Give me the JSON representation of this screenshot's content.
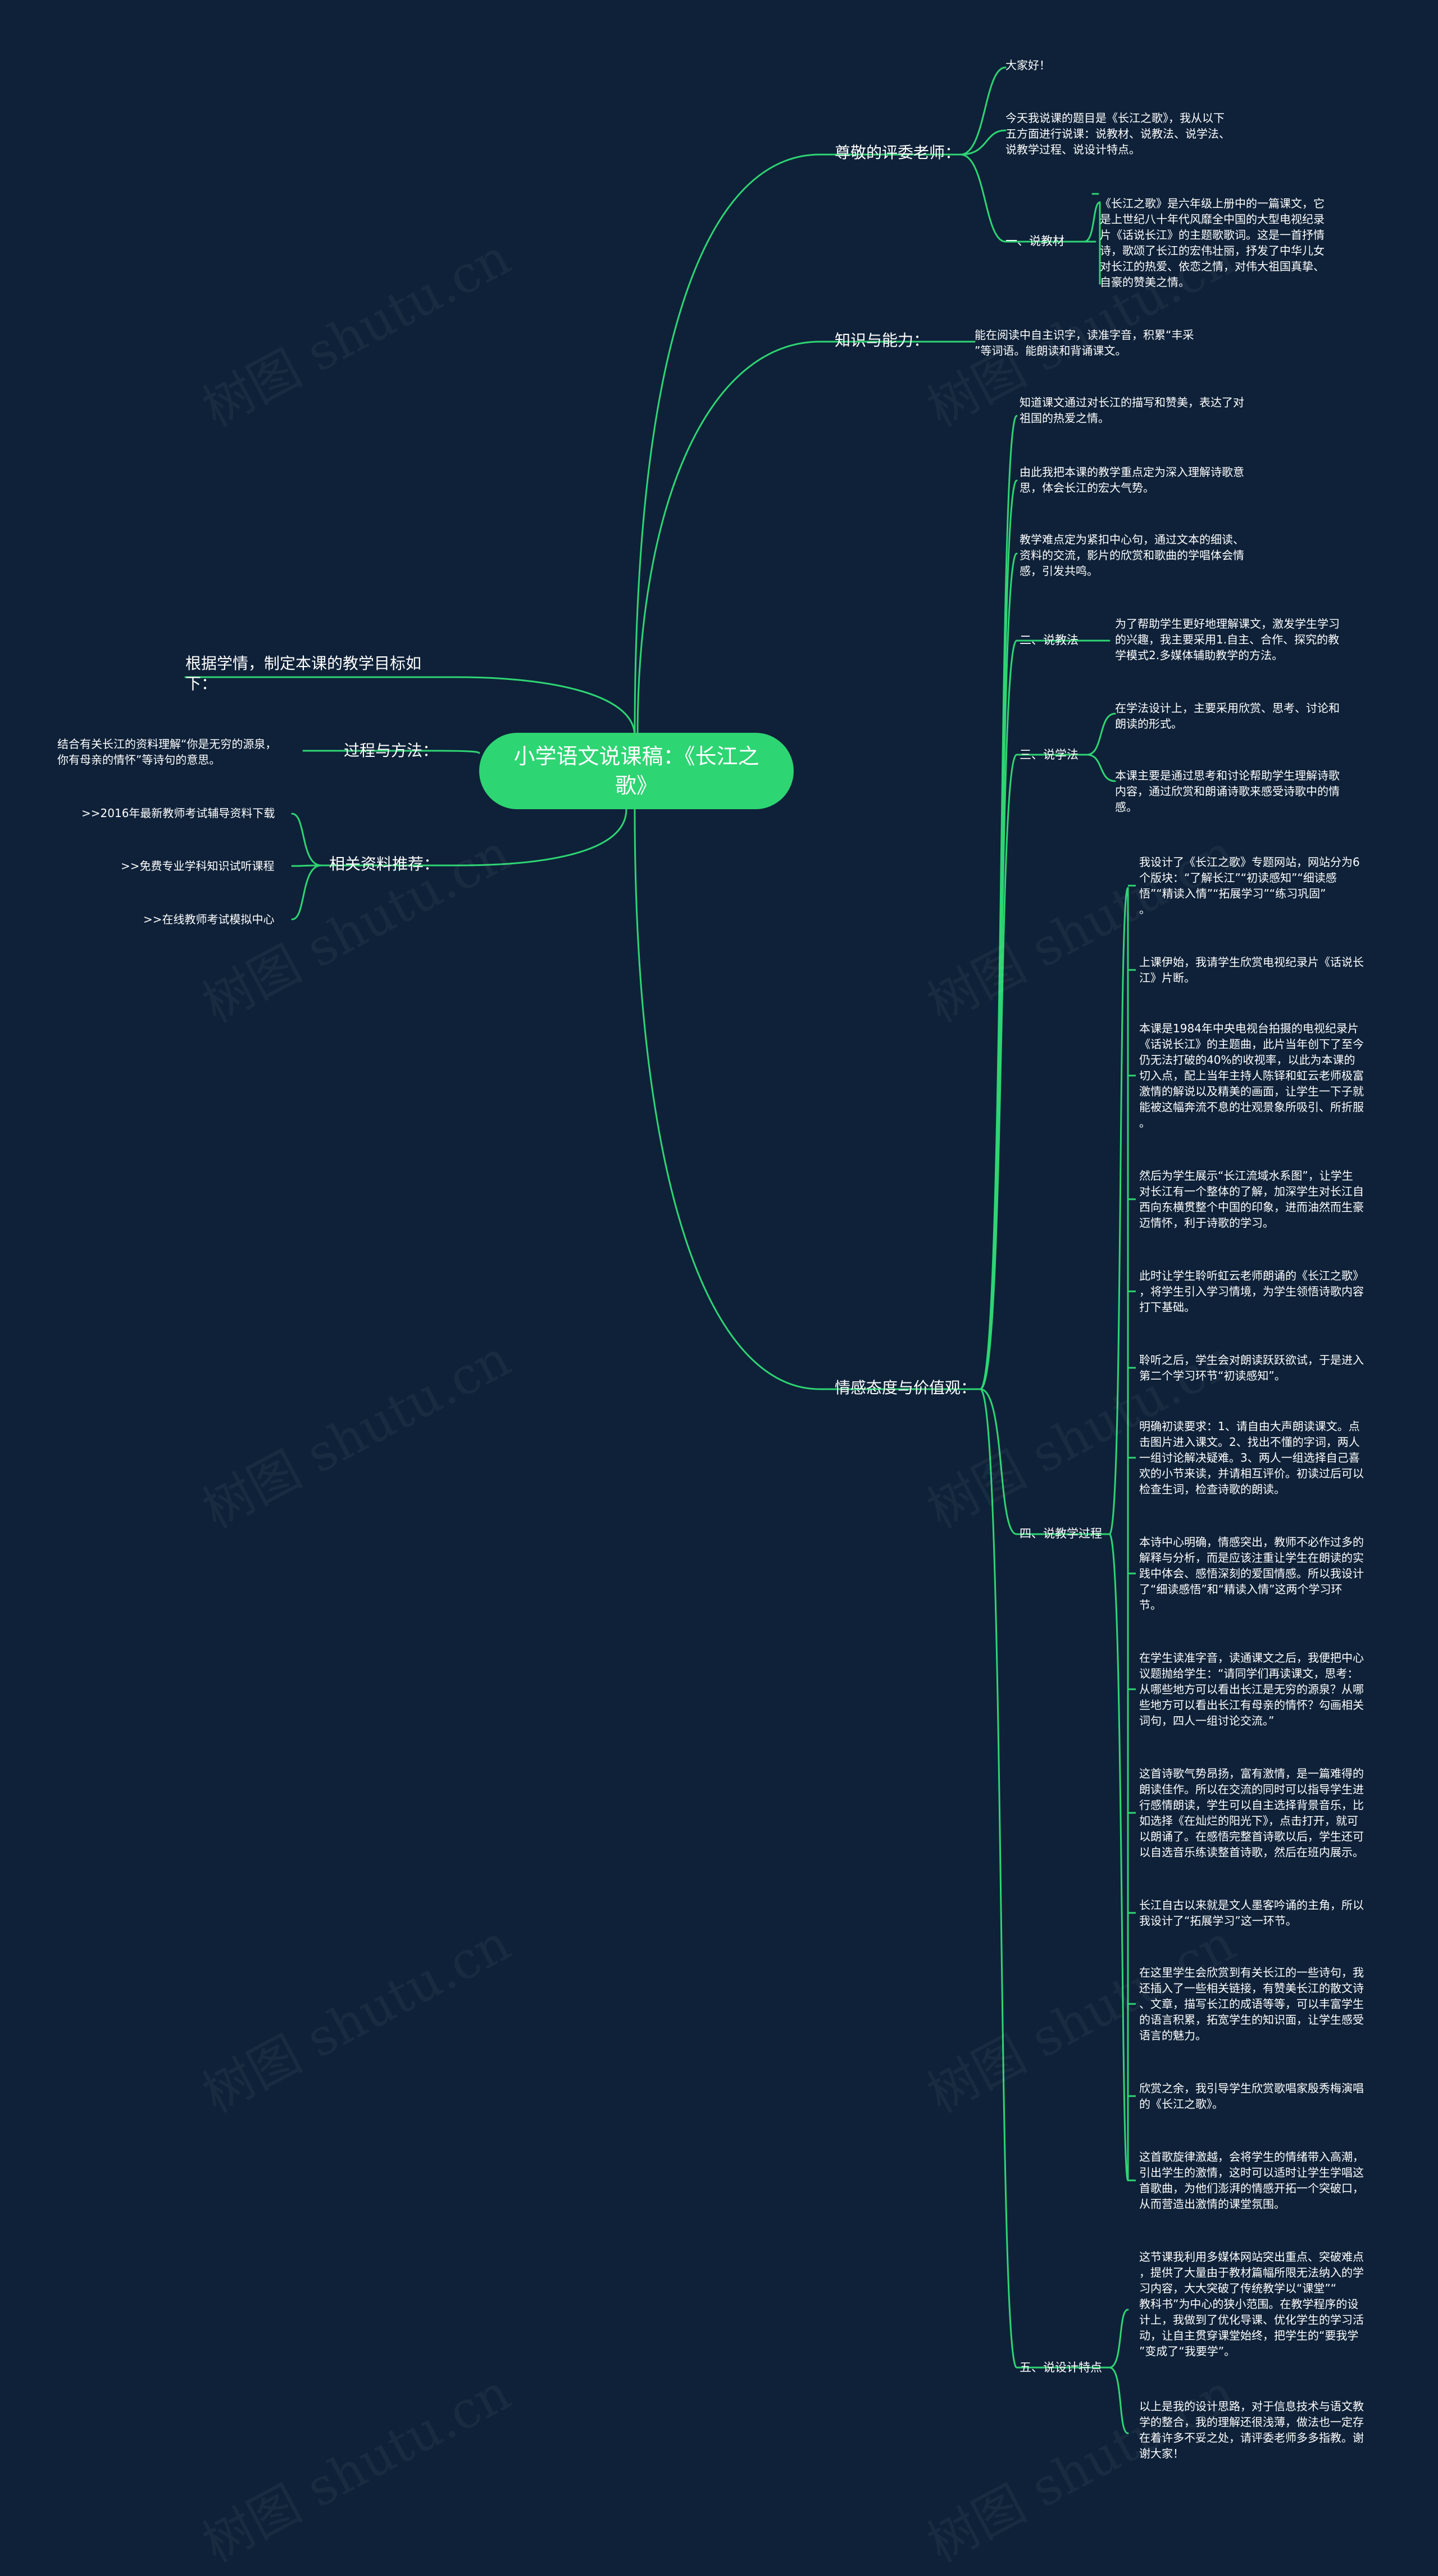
{
  "root": "小学语文说课稿：《长江之歌》",
  "watermark": "树图 shutu.cn",
  "colors": {
    "background": "#0e2138",
    "root": "#2ed573",
    "line": "#2ed573",
    "text": "#ffffff"
  },
  "branches": {
    "greeting": {
      "label": "尊敬的评委老师：",
      "items": [
        "大家好！",
        "今天我说课的题目是《长江之歌》，我从以下\n五方面进行说课：说教材、说教法、说学法、\n说教学过程、说设计特点。"
      ],
      "sub": {
        "label": "一、说教材",
        "text": "《长江之歌》是六年级上册中的一篇课文，它\n是上世纪八十年代风靡全中国的大型电视纪录\n片《话说长江》的主题歌歌词。这是一首抒情\n诗，歌颂了长江的宏伟壮丽，抒发了中华儿女\n对长江的热爱、依恋之情，对伟大祖国真挚、\n自豪的赞美之情。"
      }
    },
    "knowledge": {
      "label": "知识与能力：",
      "text": "能在阅读中自主识字，读准字音，积累“丰采\n”等词语。能朗读和背诵课文。"
    },
    "emotion": {
      "label": "情感态度与价值观：",
      "items": [
        "知道课文通过对长江的描写和赞美，表达了对\n祖国的热爱之情。",
        "由此我把本课的教学重点定为深入理解诗歌意\n思，体会长江的宏大气势。",
        "教学难点定为紧扣中心句，通过文本的细读、\n资料的交流，影片的欣赏和歌曲的学唱体会情\n感，引发共鸣。"
      ],
      "method": {
        "label": "二、说教法",
        "text": "为了帮助学生更好地理解课文，激发学生学习\n的兴趣，我主要采用1.自主、合作、探究的教\n学模式2.多媒体辅助教学的方法。"
      },
      "study": {
        "label": "三、说学法",
        "items": [
          "在学法设计上，主要采用欣赏、思考、讨论和\n朗读的形式。",
          "本课主要是通过思考和讨论帮助学生理解诗歌\n内容，通过欣赏和朗诵诗歌来感受诗歌中的情\n感。"
        ]
      },
      "process": {
        "label": "四、说教学过程",
        "items": [
          "我设计了《长江之歌》专题网站，网站分为6\n个版块：“了解长江”“初读感知”“细读感\n悟”“精读入情”“拓展学习”“练习巩固”\n。",
          "上课伊始，我请学生欣赏电视纪录片《话说长\n江》片断。",
          "本课是1984年中央电视台拍摄的电视纪录片\n《话说长江》的主题曲，此片当年创下了至今\n仍无法打破的40%的收视率，以此为本课的\n切入点，配上当年主持人陈铎和虹云老师极富\n激情的解说以及精美的画面，让学生一下子就\n能被这幅奔流不息的壮观景象所吸引、所折服\n。",
          "然后为学生展示“长江流域水系图”，让学生\n对长江有一个整体的了解，加深学生对长江自\n西向东横贯整个中国的印象，进而油然而生豪\n迈情怀，利于诗歌的学习。",
          "此时让学生聆听虹云老师朗诵的《长江之歌》\n，将学生引入学习情境，为学生领悟诗歌内容\n打下基础。",
          "聆听之后，学生会对朗读跃跃欲试，于是进入\n第二个学习环节“初读感知”。",
          "明确初读要求：1、请自由大声朗读课文。点\n击图片进入课文。2、找出不懂的字词，两人\n一组讨论解决疑难。3、两人一组选择自己喜\n欢的小节来读，并请相互评价。初读过后可以\n检查生词，检查诗歌的朗读。",
          "本诗中心明确，情感突出，教师不必作过多的\n解释与分析，而是应该注重让学生在朗读的实\n践中体会、感悟深刻的爱国情感。所以我设计\n了“细读感悟”和“精读入情”这两个学习环\n节。",
          "在学生读准字音，读通课文之后，我便把中心\n议题抛给学生：“请同学们再读课文，思考：\n从哪些地方可以看出长江是无穷的源泉？从哪\n些地方可以看出长江有母亲的情怀？勾画相关\n词句，四人一组讨论交流。”",
          "这首诗歌气势昂扬，富有激情，是一篇难得的\n朗读佳作。所以在交流的同时可以指导学生进\n行感情朗读，学生可以自主选择背景音乐，比\n如选择《在灿烂的阳光下》，点击打开，就可\n以朗诵了。在感悟完整首诗歌以后，学生还可\n以自选音乐练读整首诗歌，然后在班内展示。",
          "长江自古以来就是文人墨客吟诵的主角，所以\n我设计了“拓展学习”这一环节。",
          "在这里学生会欣赏到有关长江的一些诗句，我\n还插入了一些相关链接，有赞美长江的散文诗\n、文章，描写长江的成语等等，可以丰富学生\n的语言积累，拓宽学生的知识面，让学生感受\n语言的魅力。",
          "欣赏之余，我引导学生欣赏歌唱家殷秀梅演唱\n的《长江之歌》。",
          "这首歌旋律激越，会将学生的情绪带入高潮，\n引出学生的激情，这时可以适时让学生学唱这\n首歌曲，为他们澎湃的情感开拓一个突破口，\n从而营造出激情的课堂氛围。"
        ]
      },
      "design": {
        "label": "五、说设计特点",
        "items": [
          "这节课我利用多媒体网站突出重点、突破难点\n，提供了大量由于教材篇幅所限无法纳入的学\n习内容，大大突破了传统教学以“课堂”“\n教科书”为中心的狭小范围。在教学程序的设\n计上，我做到了优化导课、优化学生的学习活\n动，让自主贯穿课堂始终，把学生的“要我学\n”变成了“我要学”。",
          "以上是我的设计思路，对于信息技术与语文教\n学的整合，我的理解还很浅薄，做法也一定存\n在着许多不妥之处，请评委老师多多指教。谢\n谢大家！"
        ]
      }
    },
    "goal": {
      "label": "根据学情，制定本课的教学目标如\n下："
    },
    "process_method": {
      "label": "过程与方法：",
      "text": "结合有关长江的资料理解“你是无穷的源泉，\n你有母亲的情怀”等诗句的意思。"
    },
    "resources": {
      "label": "相关资料推荐：",
      "items": [
        ">>2016年最新教师考试辅导资料下载",
        ">>免费专业学科知识试听课程",
        ">>在线教师考试模拟中心"
      ]
    }
  }
}
